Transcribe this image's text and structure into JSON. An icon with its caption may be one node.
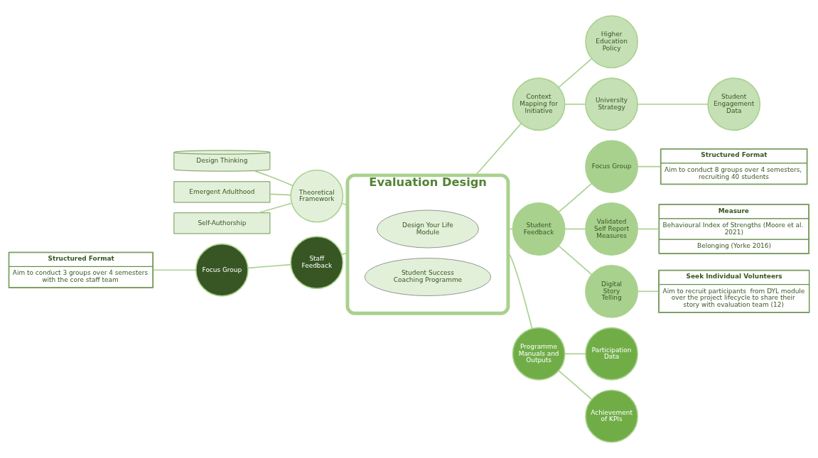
{
  "diagram": {
    "nodes": [
      {
        "text": [
          "Evaluation Design"
        ]
      },
      {
        "text": [
          "Design Your Life Module"
        ],
        "in": 0
      },
      {
        "text": [
          "Student Success Coaching Programme"
        ],
        "in": 0
      },
      {
        "text": [
          "Context Mapping for Initiative"
        ]
      },
      {
        "text": [
          "Higher Education Policy"
        ]
      },
      {
        "text": [
          "University Strategy"
        ]
      },
      {
        "text": [
          "Student Engagement Data"
        ]
      },
      {
        "text": [
          "Theoretical Framework"
        ]
      },
      {
        "text": [
          "Design Thinking"
        ]
      },
      {
        "text": [
          "Emergent Adulthood"
        ]
      },
      {
        "text": [
          "Self-Authorship"
        ]
      },
      {
        "text": [
          "Student Feedback"
        ]
      },
      {
        "text": [
          "Focus Group"
        ]
      },
      {
        "text": [
          "Structured Format",
          "Aim to conduct 8 groups over 4 semesters, recruiting 40 students"
        ]
      },
      {
        "text": [
          "Validated Self Report Measures"
        ]
      },
      {
        "text": [
          "Measure",
          "Behavioural Index of Strengths (Moore et al. 2021)",
          "Belonging (Yorke 2016)"
        ]
      },
      {
        "text": [
          "Digital Story Telling"
        ]
      },
      {
        "text": [
          "Seek Individual Volunteers",
          "Aim to recruit participants  from DYL module over the project lifecycle to share their story with evaluation team (12)"
        ]
      },
      {
        "text": [
          "Programme Manuals and Outputs"
        ]
      },
      {
        "text": [
          "Participation Data"
        ]
      },
      {
        "text": [
          "Achievement of KPIs"
        ]
      },
      {
        "text": [
          "Staff Feedback"
        ]
      },
      {
        "text": [
          "Focus Group"
        ]
      },
      {
        "text": [
          "Structured Format",
          "Aim to conduct 3 groups over 4 semesters with the core staff team"
        ]
      }
    ],
    "edges": [
      {
        "from": 0,
        "to": 3,
        "arrow": "none"
      },
      {
        "from": 3,
        "to": 4,
        "arrow": "none"
      },
      {
        "from": 3,
        "to": 5,
        "arrow": "none"
      },
      {
        "from": 5,
        "to": 6,
        "arrow": "none"
      },
      {
        "from": 7,
        "to": 0,
        "arrow": "none"
      },
      {
        "from": 8,
        "to": 7,
        "arrow": "none"
      },
      {
        "from": 9,
        "to": 7,
        "arrow": "none"
      },
      {
        "from": 10,
        "to": 7,
        "arrow": "none"
      },
      {
        "from": 0,
        "to": 11,
        "arrow": "none"
      },
      {
        "from": 11,
        "to": 12,
        "arrow": "none"
      },
      {
        "from": 12,
        "to": 13,
        "arrow": "none"
      },
      {
        "from": 11,
        "to": 14,
        "arrow": "none"
      },
      {
        "from": 14,
        "to": 15,
        "arrow": "none"
      },
      {
        "from": 11,
        "to": 16,
        "arrow": "none"
      },
      {
        "from": 16,
        "to": 17,
        "arrow": "none"
      },
      {
        "from": 0,
        "to": 18,
        "arrow": "none"
      },
      {
        "from": 18,
        "to": 19,
        "arrow": "none"
      },
      {
        "from": 18,
        "to": 20,
        "arrow": "none"
      },
      {
        "from": 21,
        "to": 0,
        "arrow": "none"
      },
      {
        "from": 22,
        "to": 21,
        "arrow": "none"
      },
      {
        "from": 23,
        "to": 22,
        "arrow": "none"
      }
    ]
  }
}
